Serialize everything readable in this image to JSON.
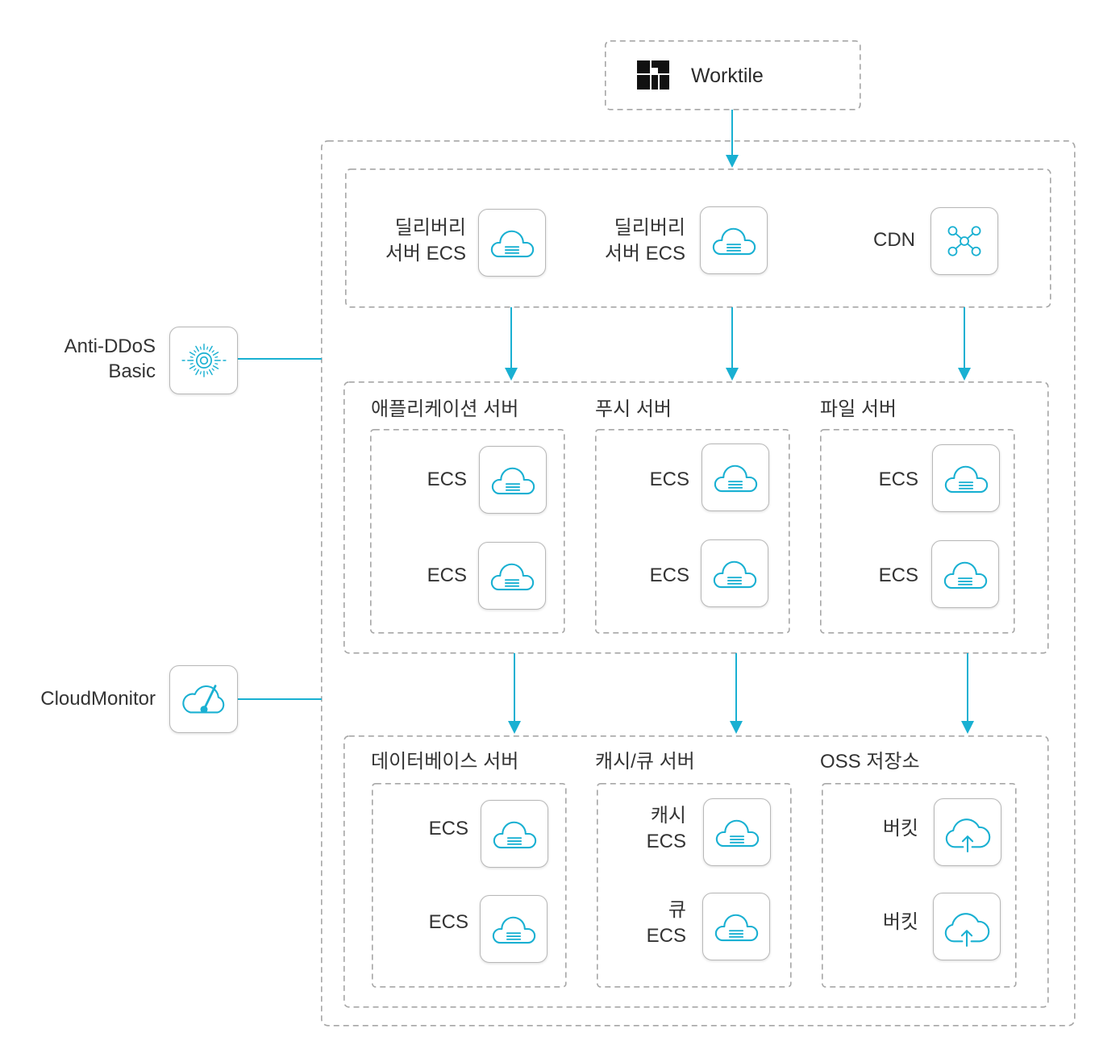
{
  "colors": {
    "accent": "#19b0d2",
    "dashed_border": "#a6a6a6",
    "icon_tile_border": "#b8b8b8",
    "text": "#333333"
  },
  "source": {
    "name": "Worktile",
    "icon": "worktile-logo-icon"
  },
  "side_services": {
    "anti_ddos": {
      "label_lines": [
        "Anti-DDoS",
        "Basic"
      ],
      "icon": "anti-ddos-icon"
    },
    "cloudmonitor": {
      "label_lines": [
        "CloudMonitor"
      ],
      "icon": "cloudmonitor-icon"
    }
  },
  "entry_tier": {
    "nodes": [
      {
        "label_lines": [
          "딜리버리",
          "서버 ECS"
        ],
        "icon": "ecs-icon"
      },
      {
        "label_lines": [
          "딜리버리",
          "서버 ECS"
        ],
        "icon": "ecs-icon"
      },
      {
        "label_lines": [
          "CDN"
        ],
        "icon": "cdn-icon"
      }
    ]
  },
  "app_tier": {
    "groups": [
      {
        "title": "애플리케이션 서버",
        "nodes": [
          {
            "label_lines": [
              "ECS"
            ],
            "icon": "ecs-icon"
          },
          {
            "label_lines": [
              "ECS"
            ],
            "icon": "ecs-icon"
          }
        ]
      },
      {
        "title": "푸시 서버",
        "nodes": [
          {
            "label_lines": [
              "ECS"
            ],
            "icon": "ecs-icon"
          },
          {
            "label_lines": [
              "ECS"
            ],
            "icon": "ecs-icon"
          }
        ]
      },
      {
        "title": "파일 서버",
        "nodes": [
          {
            "label_lines": [
              "ECS"
            ],
            "icon": "ecs-icon"
          },
          {
            "label_lines": [
              "ECS"
            ],
            "icon": "ecs-icon"
          }
        ]
      }
    ]
  },
  "data_tier": {
    "groups": [
      {
        "title": "데이터베이스 서버",
        "nodes": [
          {
            "label_lines": [
              "ECS"
            ],
            "icon": "ecs-icon"
          },
          {
            "label_lines": [
              "ECS"
            ],
            "icon": "ecs-icon"
          }
        ]
      },
      {
        "title": "캐시/큐 서버",
        "nodes": [
          {
            "label_lines": [
              "캐시",
              "ECS"
            ],
            "icon": "ecs-icon"
          },
          {
            "label_lines": [
              "큐",
              "ECS"
            ],
            "icon": "ecs-icon"
          }
        ]
      },
      {
        "title": "OSS 저장소",
        "nodes": [
          {
            "label_lines": [
              "버킷"
            ],
            "icon": "oss-bucket-icon"
          },
          {
            "label_lines": [
              "버킷"
            ],
            "icon": "oss-bucket-icon"
          }
        ]
      }
    ]
  }
}
